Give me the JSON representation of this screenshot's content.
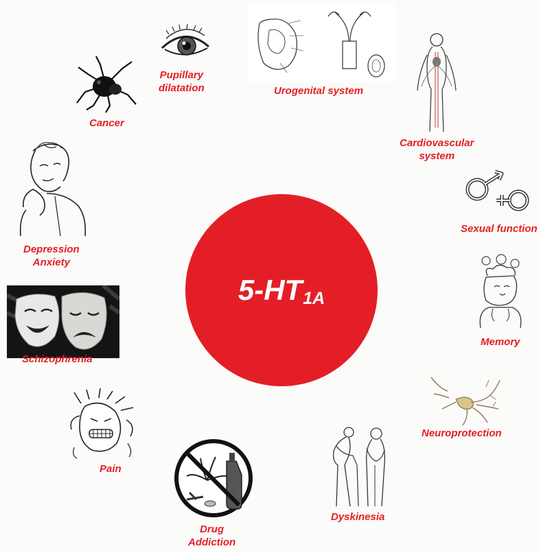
{
  "center": {
    "label": "5-HT",
    "subscript": "1A",
    "color": "#e41e26"
  },
  "accent_color": "#e41e26",
  "items": [
    {
      "id": "pupillary",
      "lines": [
        "Pupillary",
        "dilatation"
      ],
      "icon": "eye-icon"
    },
    {
      "id": "urogenital",
      "lines": [
        "Urogenital system"
      ],
      "icon": "anatomy-icon"
    },
    {
      "id": "cardio",
      "lines": [
        "Cardiovascular",
        "system"
      ],
      "icon": "circulatory-system-icon"
    },
    {
      "id": "sexual",
      "lines": [
        "Sexual function"
      ],
      "icon": "gender-symbols-icon"
    },
    {
      "id": "memory",
      "lines": [
        "Memory"
      ],
      "icon": "thinking-head-icon"
    },
    {
      "id": "neuro",
      "lines": [
        "Neuroprotection"
      ],
      "icon": "neuron-icon"
    },
    {
      "id": "dyskinesia",
      "lines": [
        "Dyskinesia"
      ],
      "icon": "stooped-people-icon"
    },
    {
      "id": "drug",
      "lines": [
        "Drug",
        "Addiction"
      ],
      "icon": "no-drugs-icon"
    },
    {
      "id": "pain",
      "lines": [
        "Pain"
      ],
      "icon": "headache-icon"
    },
    {
      "id": "schizo",
      "lines": [
        "Schizophrenia"
      ],
      "icon": "theater-masks-icon"
    },
    {
      "id": "depression",
      "lines": [
        "Depression",
        "Anxiety"
      ],
      "icon": "sad-man-icon"
    },
    {
      "id": "cancer",
      "lines": [
        "Cancer"
      ],
      "icon": "cancer-cell-icon"
    }
  ]
}
